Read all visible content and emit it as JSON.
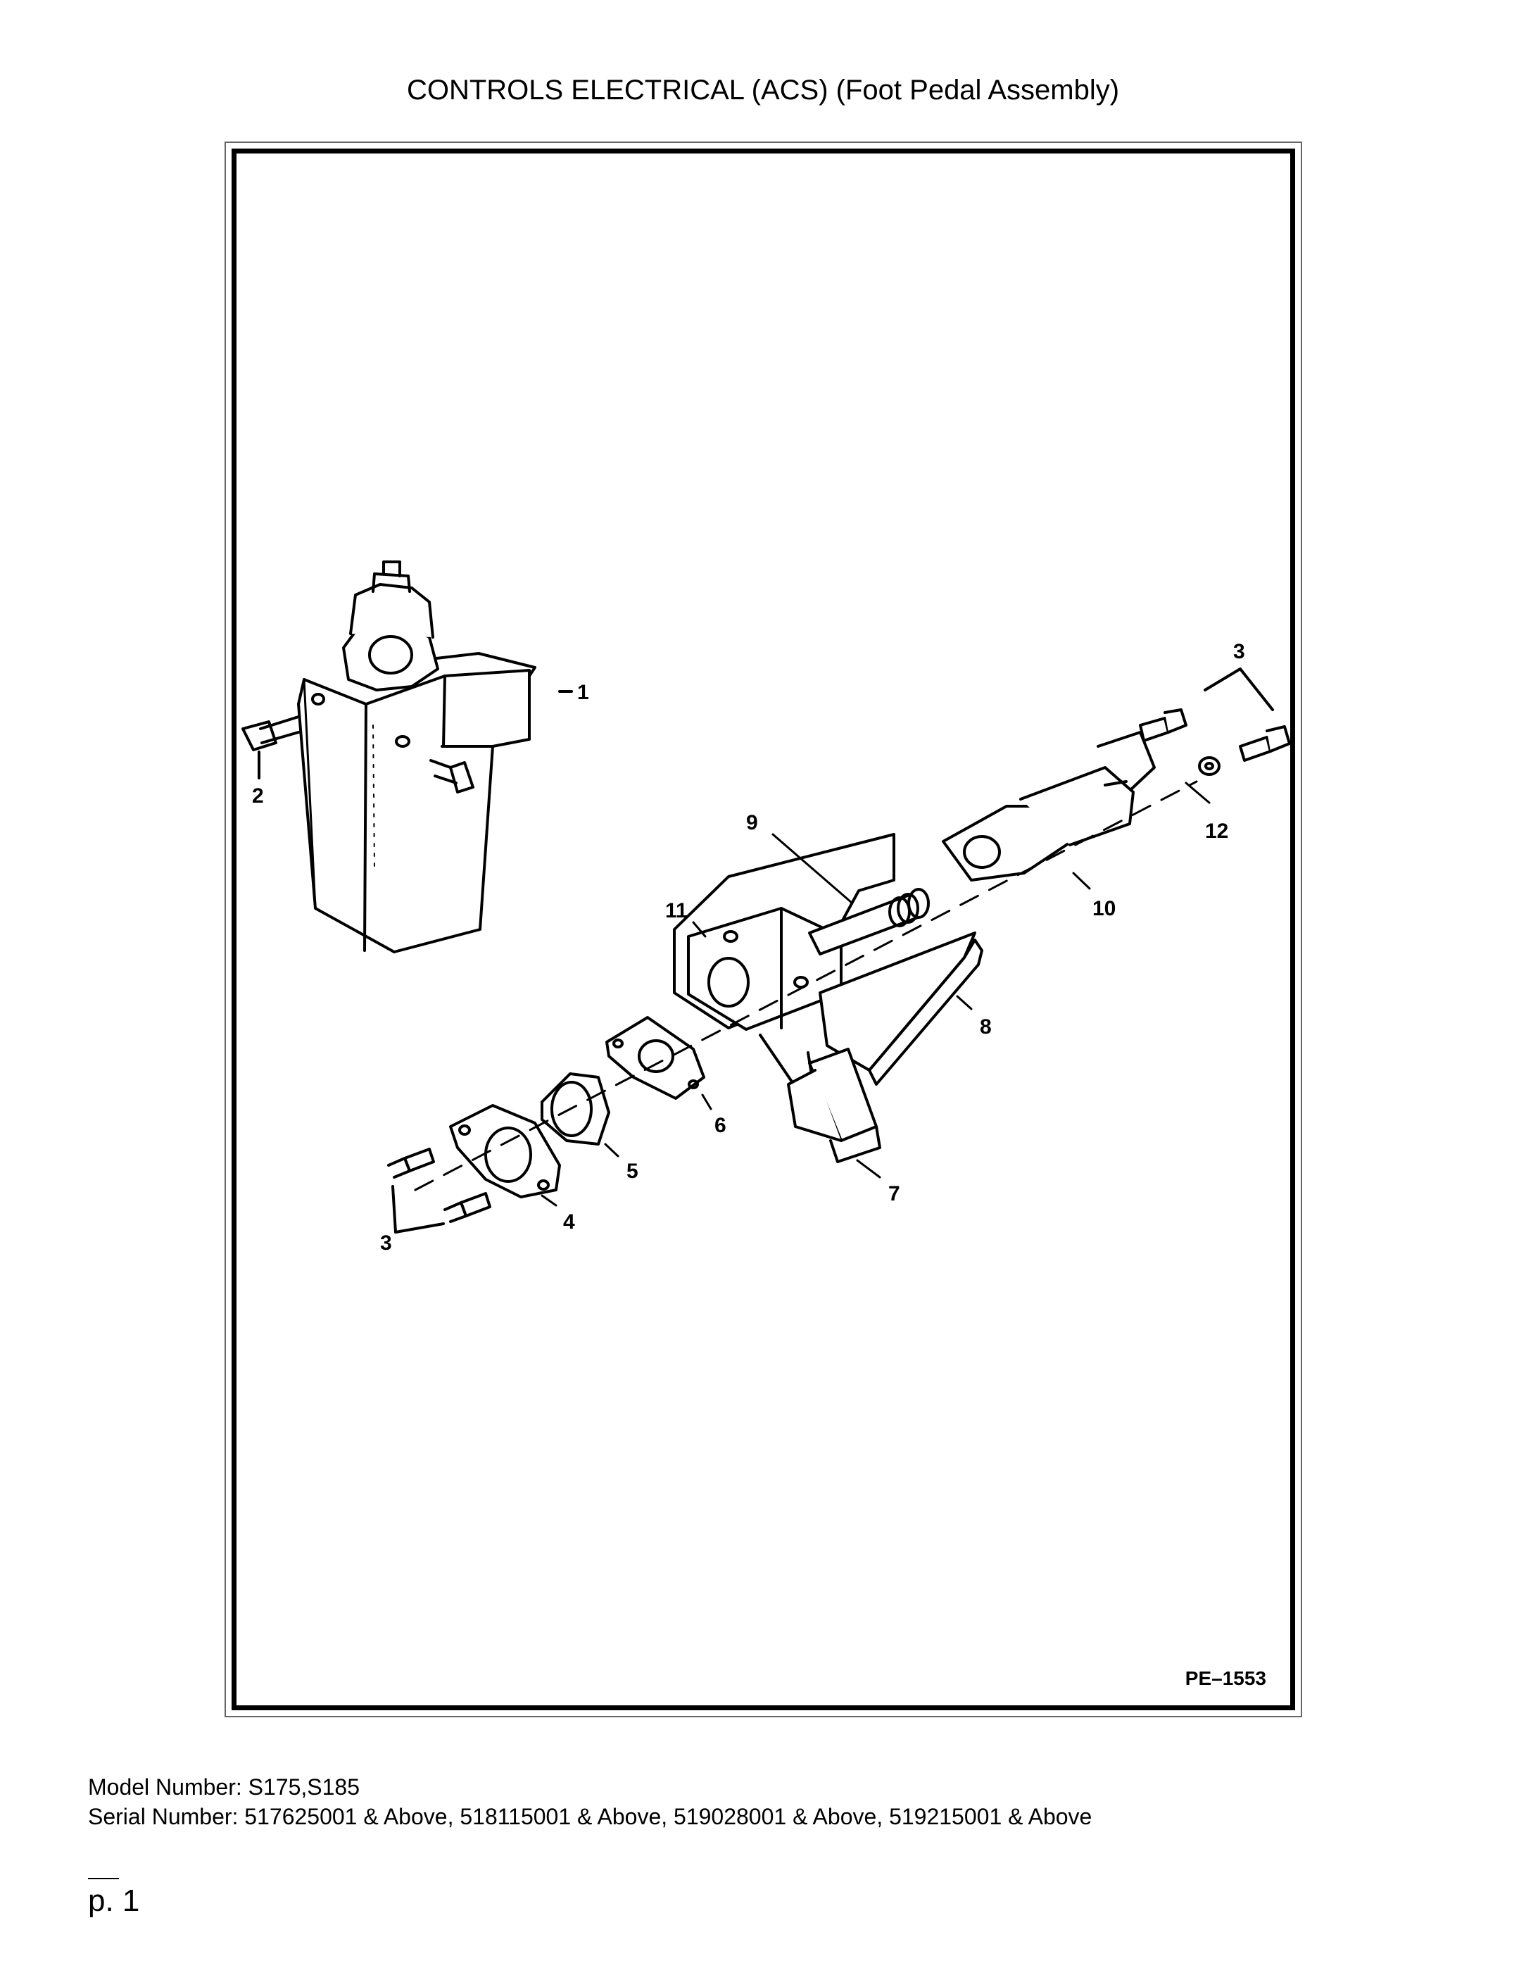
{
  "document": {
    "title": "CONTROLS ELECTRICAL (ACS) (Foot Pedal Assembly)",
    "figure_code": "PE–1553",
    "model_number": "Model Number: S175,S185",
    "serial_number": "Serial Number: 517625001 & Above, 518115001 & Above, 519028001 & Above, 519215001 & Above",
    "page_mark": "—",
    "page": "p. 1"
  },
  "callouts": {
    "c1": "1",
    "c2": "2",
    "c3a": "3",
    "c3b": "3",
    "c4": "4",
    "c5": "5",
    "c6": "6",
    "c7": "7",
    "c8": "8",
    "c9": "9",
    "c10": "10",
    "c11": "11",
    "c12": "12"
  }
}
